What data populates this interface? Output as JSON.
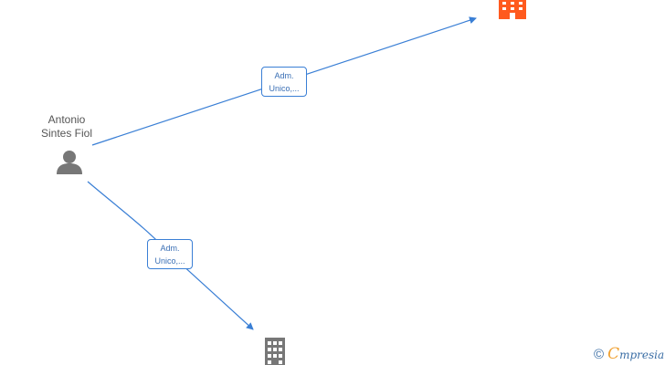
{
  "person": {
    "name_line1": "Antonio",
    "name_line2": "Sintes Fiol",
    "icon": "person-icon"
  },
  "companies": [
    {
      "icon": "building-icon",
      "color": "#ff5a1e"
    },
    {
      "icon": "building-icon",
      "color": "#777777"
    }
  ],
  "edges": [
    {
      "label_line1": "Adm.",
      "label_line2": "Unico,..."
    },
    {
      "label_line1": "Adm.",
      "label_line2": "Unico,..."
    }
  ],
  "colors": {
    "edge": "#3a7fd5",
    "person": "#777777",
    "company_highlight": "#ff5a1e",
    "company_default": "#777777"
  },
  "watermark": {
    "copyright_symbol": "©",
    "brand_initial": "C",
    "brand_rest": "mpresia"
  }
}
